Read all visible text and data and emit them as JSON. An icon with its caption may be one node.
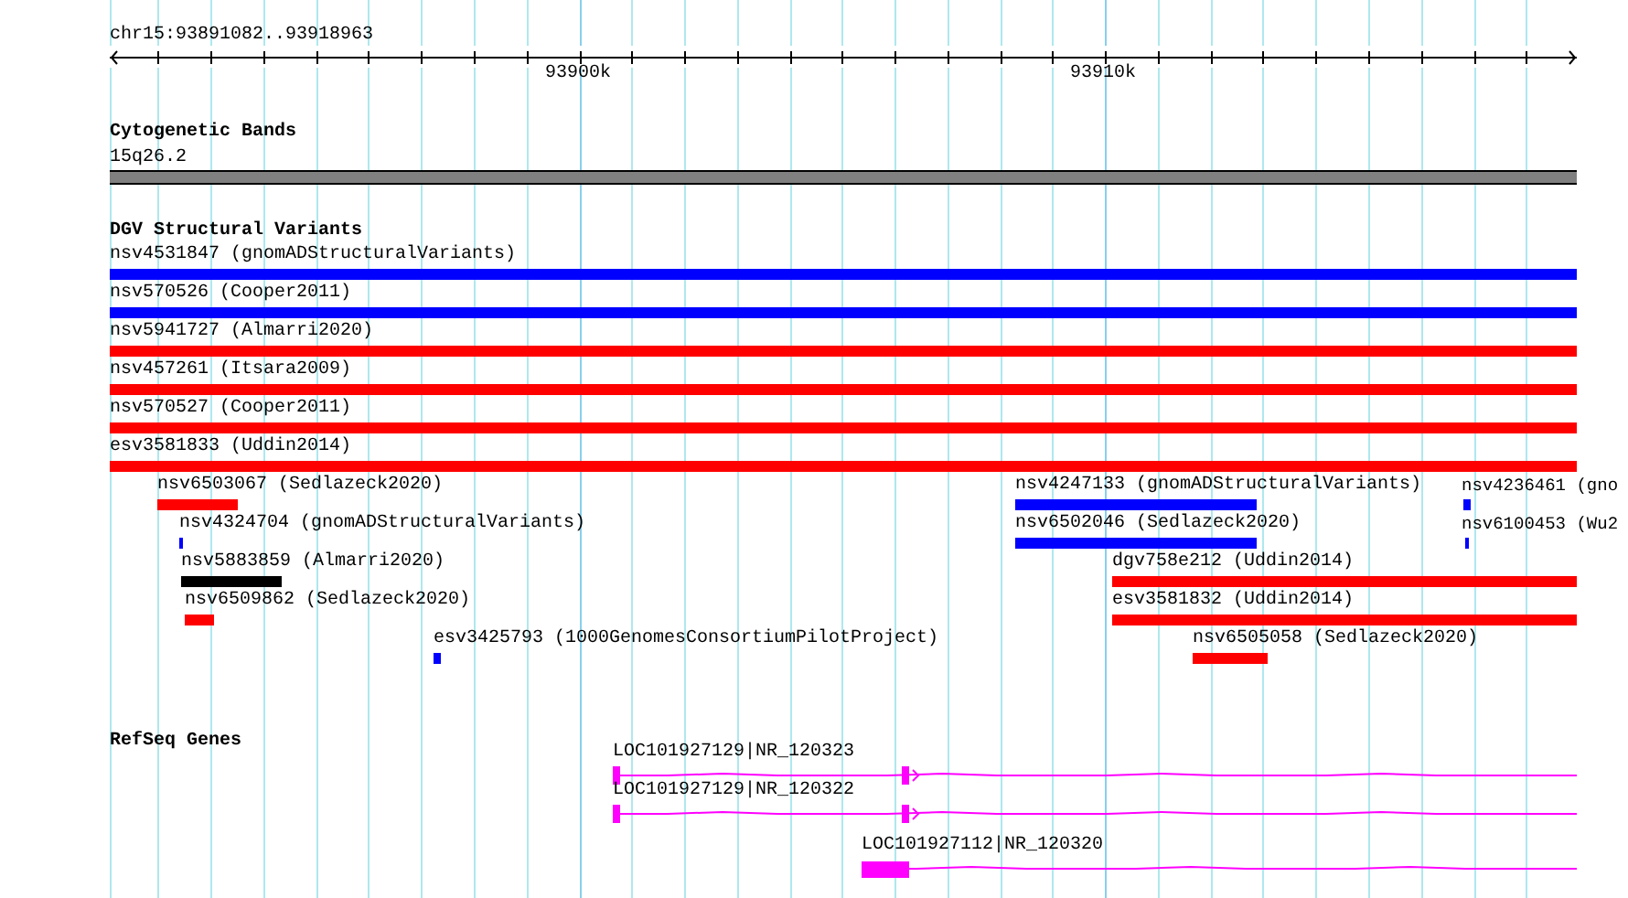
{
  "diagram": {
    "nodes": [
      {
        "text": [
          "15q26.2"
        ]
      },
      {
        "text": [
          "nsv4531847 (gnomADStructuralVariants)"
        ]
      },
      {
        "text": [
          "nsv570526 (Cooper2011)"
        ]
      },
      {
        "text": [
          "nsv5941727 (Almarri2020)"
        ]
      },
      {
        "text": [
          "nsv457261 (Itsara2009)"
        ]
      },
      {
        "text": [
          "nsv570527 (Cooper2011)"
        ]
      },
      {
        "text": [
          "esv3581833 (Uddin2014)"
        ]
      },
      {
        "text": [
          "nsv6503067 (Sedlazeck2020)"
        ]
      },
      {
        "text": [
          "nsv4247133 (gnomADStructuralVariants)"
        ]
      },
      {
        "text": [
          "nsv4236461 (gno"
        ]
      },
      {
        "text": [
          "nsv4324704 (gnomADStructuralVariants)"
        ]
      },
      {
        "text": [
          "nsv6502046 (Sedlazeck2020)"
        ]
      },
      {
        "text": [
          "nsv6100453 (Wu2"
        ]
      },
      {
        "text": [
          "nsv5883859 (Almarri2020)"
        ]
      },
      {
        "text": [
          "dgv758e212 (Uddin2014)"
        ]
      },
      {
        "text": [
          "nsv6509862 (Sedlazeck2020)"
        ]
      },
      {
        "text": [
          "esv3581832 (Uddin2014)"
        ]
      },
      {
        "text": [
          "esv3425793 (1000GenomesConsortiumPilotProject)"
        ]
      },
      {
        "text": [
          "nsv6505058 (Sedlazeck2020)"
        ]
      },
      {
        "text": [
          "LOC101927129|NR_120323"
        ]
      },
      {
        "text": [
          "LOC101927129|NR_120322"
        ]
      },
      {
        "text": [
          "LOC101927112|NR_120320"
        ]
      }
    ],
    "labels": [
      "chr15:93891082..93918963",
      "93900k",
      "93910k",
      "Cytogenetic Bands",
      "DGV Structural Variants",
      "RefSeq Genes"
    ]
  }
}
